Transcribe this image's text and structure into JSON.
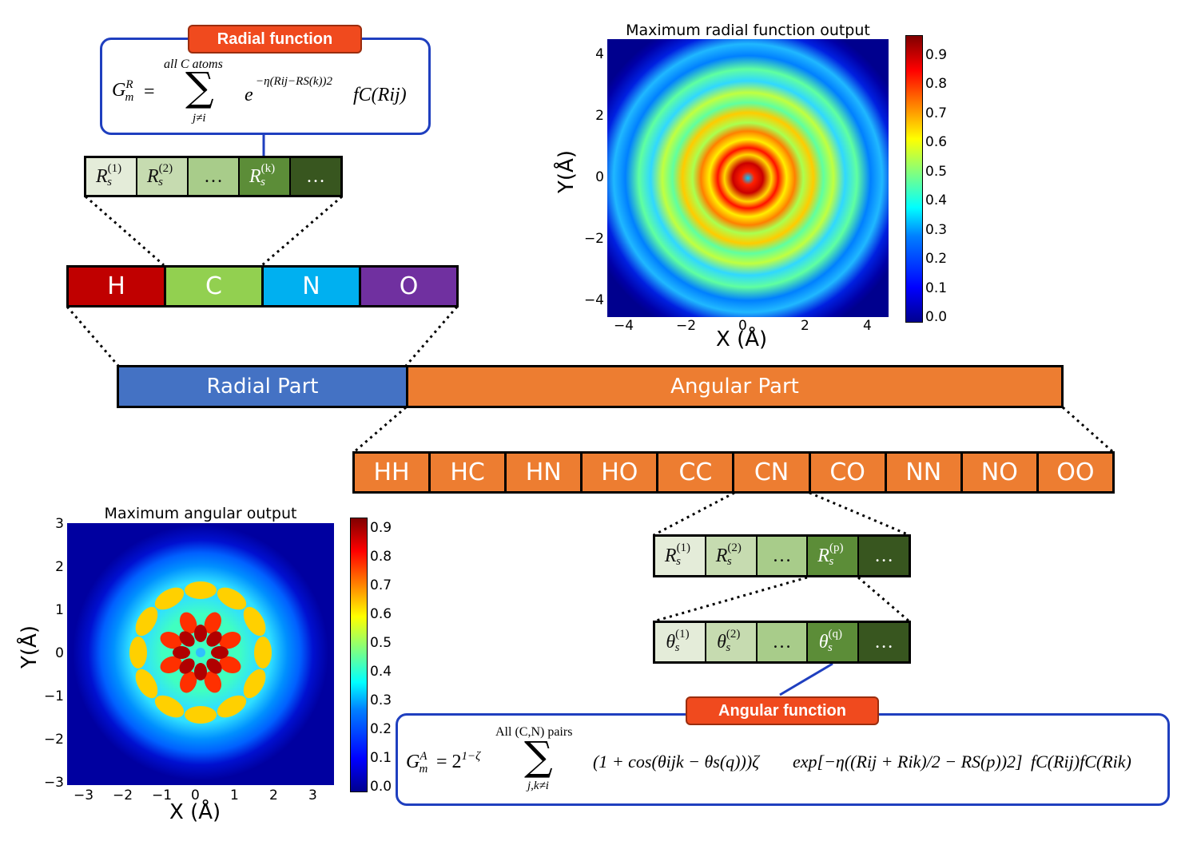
{
  "radial_formula": {
    "tag": "Radial function",
    "lhs": "G",
    "lhs_sup": "R",
    "lhs_sub": "m",
    "equals": "=",
    "sum_top": "all C atoms",
    "sum_bottom": "j≠i",
    "sum_symbol": "∑",
    "exp_base": "e",
    "exponent": "−η(Rij−RS(k))2",
    "cutoff": "fC(Rij)"
  },
  "radial_cells": [
    {
      "base": "R",
      "sub": "s",
      "sup": "(1)",
      "color": "#e4ecd9"
    },
    {
      "base": "R",
      "sub": "s",
      "sup": "(2)",
      "color": "#c6dbb0"
    },
    {
      "base": "",
      "sub": "",
      "sup": "",
      "text": "…",
      "color": "#a8cc8a"
    },
    {
      "base": "R",
      "sub": "s",
      "sup": "(k)",
      "color": "#5c8d38"
    },
    {
      "base": "",
      "sub": "",
      "sup": "",
      "text": "…",
      "color": "#38561f"
    }
  ],
  "elements": [
    {
      "label": "H",
      "color": "#c00000"
    },
    {
      "label": "C",
      "color": "#92d050"
    },
    {
      "label": "N",
      "color": "#00b0f0"
    },
    {
      "label": "O",
      "color": "#7030a0"
    }
  ],
  "parts": {
    "radial": {
      "label": "Radial Part",
      "color": "#4472c4"
    },
    "angular": {
      "label": "Angular Part",
      "color": "#ed7d31"
    }
  },
  "pairs": [
    "HH",
    "HC",
    "HN",
    "HO",
    "CC",
    "CN",
    "CO",
    "NN",
    "NO",
    "OO"
  ],
  "pair_color": "#ed7d31",
  "angular_r_cells": [
    {
      "base": "R",
      "sub": "s",
      "sup": "(1)",
      "color": "#e4ecd9"
    },
    {
      "base": "R",
      "sub": "s",
      "sup": "(2)",
      "color": "#c6dbb0"
    },
    {
      "base": "",
      "sub": "",
      "sup": "",
      "text": "…",
      "color": "#a8cc8a"
    },
    {
      "base": "R",
      "sub": "s",
      "sup": "(p)",
      "color": "#5c8d38"
    },
    {
      "base": "",
      "sub": "",
      "sup": "",
      "text": "…",
      "color": "#38561f"
    }
  ],
  "angular_theta_cells": [
    {
      "base": "θ",
      "sub": "s",
      "sup": "(1)",
      "color": "#e4ecd9"
    },
    {
      "base": "θ",
      "sub": "s",
      "sup": "(2)",
      "color": "#c6dbb0"
    },
    {
      "base": "",
      "sub": "",
      "sup": "",
      "text": "…",
      "color": "#a8cc8a"
    },
    {
      "base": "θ",
      "sub": "s",
      "sup": "(q)",
      "color": "#5c8d38"
    },
    {
      "base": "",
      "sub": "",
      "sup": "",
      "text": "…",
      "color": "#38561f"
    }
  ],
  "angular_formula": {
    "tag": "Angular function",
    "lhs": "G",
    "lhs_sup": "A",
    "lhs_sub": "m",
    "prefactor": "= 2",
    "prefactor_exp": "1−ζ",
    "sum_top": "All (C,N) pairs",
    "sum_bottom": "j,k≠i",
    "sum_symbol": "∑",
    "cos_term": "(1 + cos(θijk − θs(q)))ζ",
    "exp_term": "exp[−η((Rij + Rik)/2 − RS(p))2]",
    "cutoffs": "fC(Rij)fC(Rik)"
  },
  "radial_plot": {
    "title": "Maximum radial function output",
    "xlabel": "X (Å)",
    "ylabel": "Y(Å)",
    "xticks": [
      "−4",
      "−2",
      "0",
      "2",
      "4"
    ],
    "yticks": [
      "4",
      "2",
      "0",
      "−2",
      "−4"
    ],
    "colorbar_ticks": [
      "0.9",
      "0.8",
      "0.7",
      "0.6",
      "0.5",
      "0.4",
      "0.3",
      "0.2",
      "0.1",
      "0.0"
    ]
  },
  "angular_plot": {
    "title": "Maximum angular output",
    "xlabel": "X (Å)",
    "ylabel": "Y(Å)",
    "xticks": [
      "−3",
      "−2",
      "−1",
      "0",
      "1",
      "2",
      "3"
    ],
    "yticks": [
      "3",
      "2",
      "1",
      "0",
      "−1",
      "−2",
      "−3"
    ],
    "colorbar_ticks": [
      "0.9",
      "0.8",
      "0.7",
      "0.6",
      "0.5",
      "0.4",
      "0.3",
      "0.2",
      "0.1",
      "0.0"
    ]
  }
}
